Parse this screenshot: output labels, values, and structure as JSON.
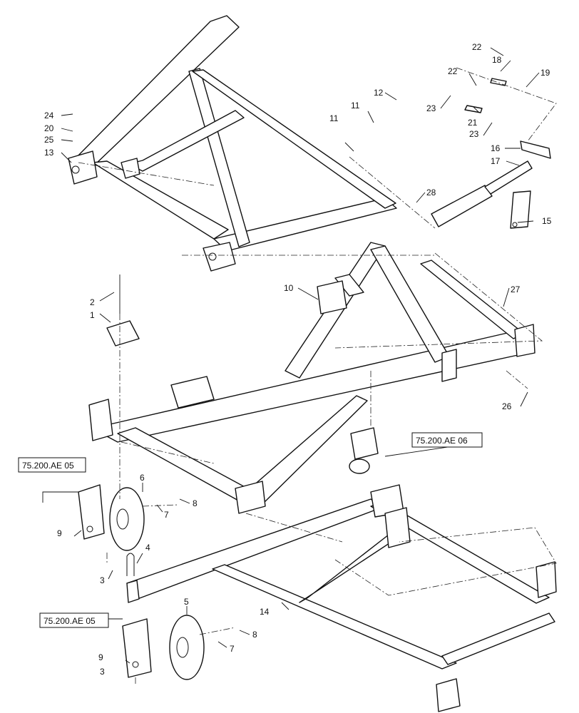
{
  "callouts": [
    "1",
    "2",
    "3",
    "3",
    "4",
    "5",
    "6",
    "7",
    "7",
    "8",
    "8",
    "9",
    "9",
    "10",
    "11",
    "11",
    "12",
    "13",
    "14",
    "15",
    "16",
    "17",
    "18",
    "19",
    "20",
    "21",
    "22",
    "22",
    "23",
    "23",
    "24",
    "25",
    "26",
    "27",
    "28"
  ],
  "references": [
    "75.200.AE 05",
    "75.200.AE 06",
    "75.200.AE 05"
  ]
}
